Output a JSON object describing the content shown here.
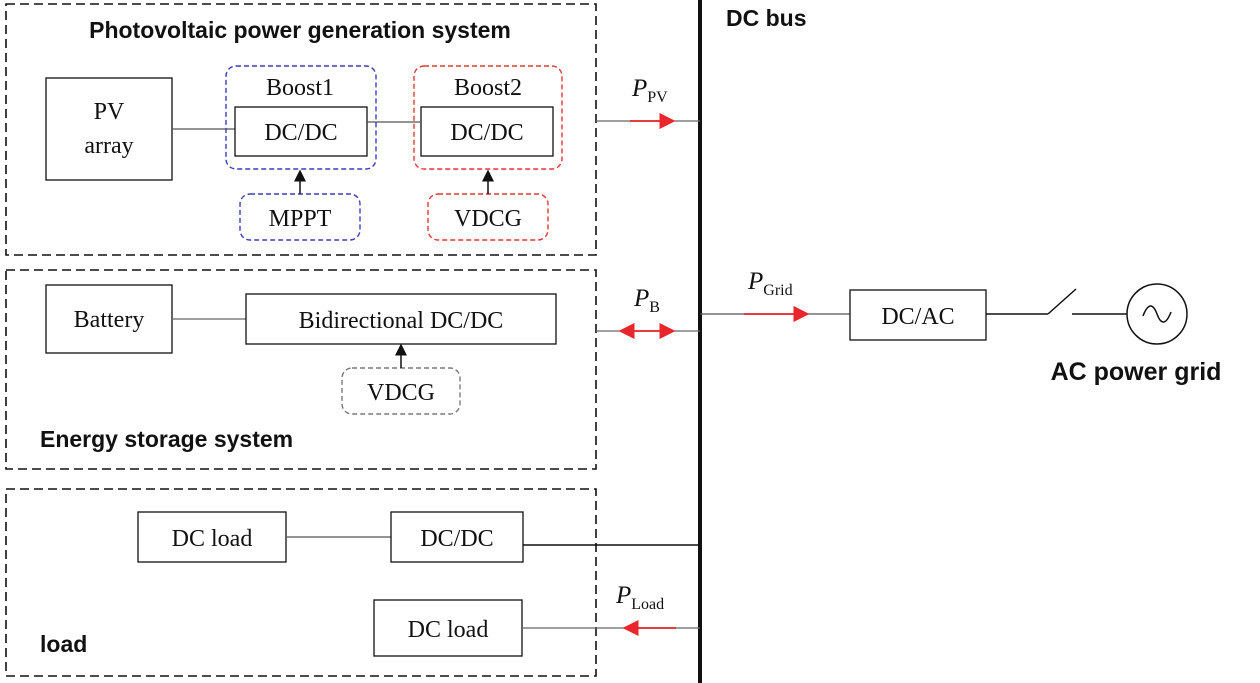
{
  "labels": {
    "pv_system_title": "Photovoltaic power generation system",
    "storage_title": "Energy storage system",
    "load_title": "load",
    "dc_bus": "DC bus",
    "ac_grid": "AC power grid"
  },
  "blocks": {
    "pv_array_line1": "PV",
    "pv_array_line2": "array",
    "boost1_title": "Boost1",
    "boost1_converter": "DC/DC",
    "boost2_title": "Boost2",
    "boost2_converter": "DC/DC",
    "mppt": "MPPT",
    "vdcg_pv": "VDCG",
    "battery": "Battery",
    "bidirectional": "Bidirectional DC/DC",
    "vdcg_storage": "VDCG",
    "dc_load_1": "DC load",
    "load_converter": "DC/DC",
    "dc_load_2": "DC load",
    "inverter": "DC/AC"
  },
  "power_flows": {
    "pv": {
      "symbol": "P",
      "subscript": "PV"
    },
    "battery": {
      "symbol": "P",
      "subscript": "B"
    },
    "grid": {
      "symbol": "P",
      "subscript": "Grid"
    },
    "load": {
      "symbol": "P",
      "subscript": "Load"
    }
  },
  "colors": {
    "flow_arrow": "#e8262b",
    "mppt_group": "#3b3fb8",
    "vdcg_pv_group": "#e03a3a",
    "vdcg_storage_group": "#7a7a7a",
    "line": "#222222"
  }
}
